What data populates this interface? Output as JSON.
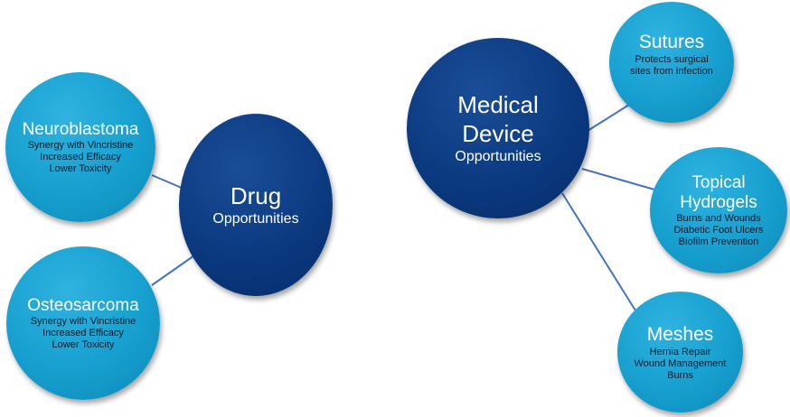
{
  "colors": {
    "light_node": "#169fcf",
    "dark_node": "#0b3a80",
    "connector": "#4472c4"
  },
  "drug": {
    "title": "Drug",
    "subtitle": "Opportunities",
    "children": [
      {
        "title": "Neuroblastoma",
        "lines": [
          "Synergy with Vincristine",
          "Increased Efficacy",
          "Lower Toxicity"
        ]
      },
      {
        "title": "Osteosarcoma",
        "lines": [
          "Synergy with Vincristine",
          "Increased Efficacy",
          "Lower Toxicity"
        ]
      }
    ]
  },
  "device": {
    "title_line1": "Medical",
    "title_line2": "Device",
    "subtitle": "Opportunities",
    "children": [
      {
        "title": "Sutures",
        "lines": [
          "Protects surgical",
          "sites from infection"
        ]
      },
      {
        "title_line1": "Topical",
        "title_line2": "Hydrogels",
        "lines": [
          "Burns and Wounds",
          "Diabetic Foot Ulcers",
          "Biofilm Prevention"
        ]
      },
      {
        "title": "Meshes",
        "lines": [
          "Hernia Repair",
          "Wound Management",
          "Burns"
        ]
      }
    ]
  }
}
